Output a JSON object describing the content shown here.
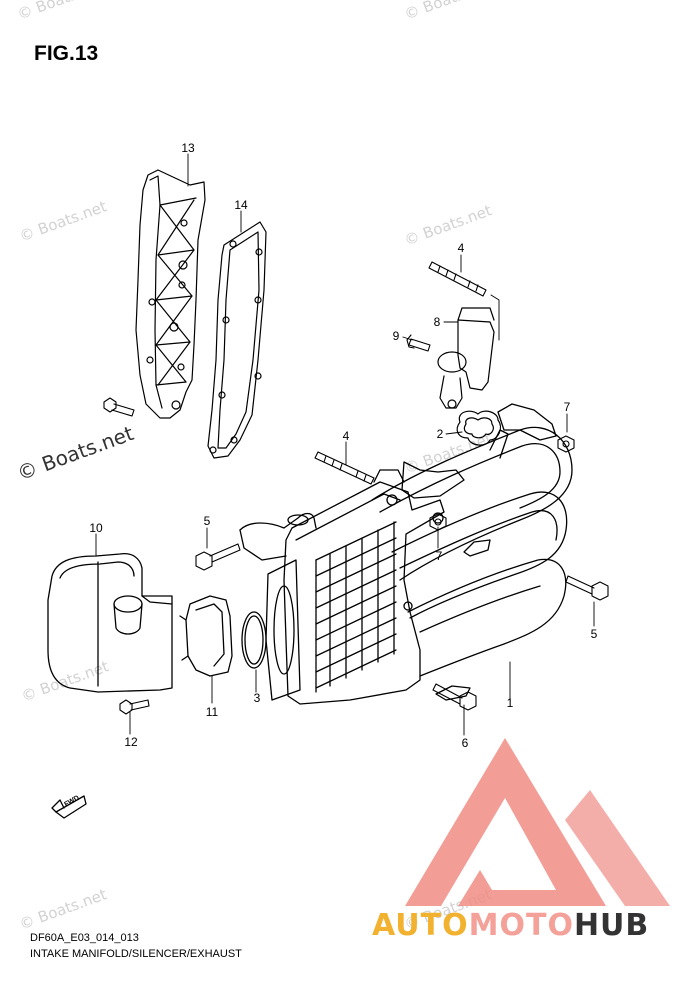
{
  "figure": {
    "title": "FIG.13",
    "code": "DF60A_E03_014_013",
    "caption": "INTAKE MANIFOLD/SILENCER/EXHAUST"
  },
  "callouts": [
    {
      "id": "c13",
      "label": "13"
    },
    {
      "id": "c14",
      "label": "14"
    },
    {
      "id": "c4a",
      "label": "4"
    },
    {
      "id": "c8",
      "label": "8"
    },
    {
      "id": "c9",
      "label": "9"
    },
    {
      "id": "c7a",
      "label": "7"
    },
    {
      "id": "c2",
      "label": "2"
    },
    {
      "id": "c4b",
      "label": "4"
    },
    {
      "id": "c10",
      "label": "10"
    },
    {
      "id": "c5a",
      "label": "5"
    },
    {
      "id": "c7b",
      "label": "7"
    },
    {
      "id": "c5b",
      "label": "5"
    },
    {
      "id": "c1",
      "label": "1"
    },
    {
      "id": "c3",
      "label": "3"
    },
    {
      "id": "c11",
      "label": "11"
    },
    {
      "id": "c12",
      "label": "12"
    },
    {
      "id": "c6",
      "label": "6"
    }
  ],
  "fwd_label": "FWD",
  "watermark": {
    "text": "© Boats.net"
  },
  "brand": {
    "part1": "AUTO",
    "part2": "MOTO",
    "part3": "HUB",
    "colors": {
      "auto": "#f2b230",
      "moto": "#f4a19a",
      "hub": "#333333",
      "logo": "#f08c84"
    }
  }
}
